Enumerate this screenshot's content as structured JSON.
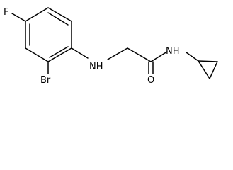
{
  "molecule": {
    "atoms": {
      "fluorine": "F",
      "bromine": "Br",
      "amine_nitrogen": "NH",
      "amide_nitrogen": "NH",
      "carbonyl_oxygen": "O"
    }
  }
}
